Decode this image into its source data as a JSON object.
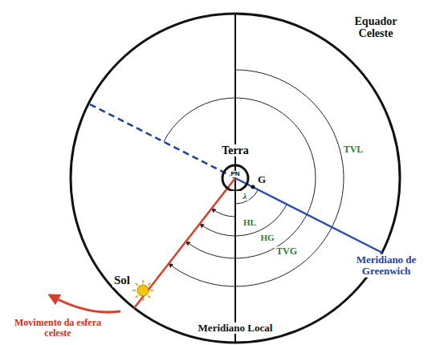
{
  "diagram": {
    "nodes": [
      {
        "text": [
          "Terra",
          "PN"
        ]
      }
    ],
    "labels": [
      "Equador Celeste",
      "G",
      "λ",
      "TVL",
      "HL",
      "HG",
      "TVG",
      "Sol",
      "Meridiano de Greenwich",
      "Meridiano Local",
      "Movimento da esfera celeste"
    ]
  }
}
